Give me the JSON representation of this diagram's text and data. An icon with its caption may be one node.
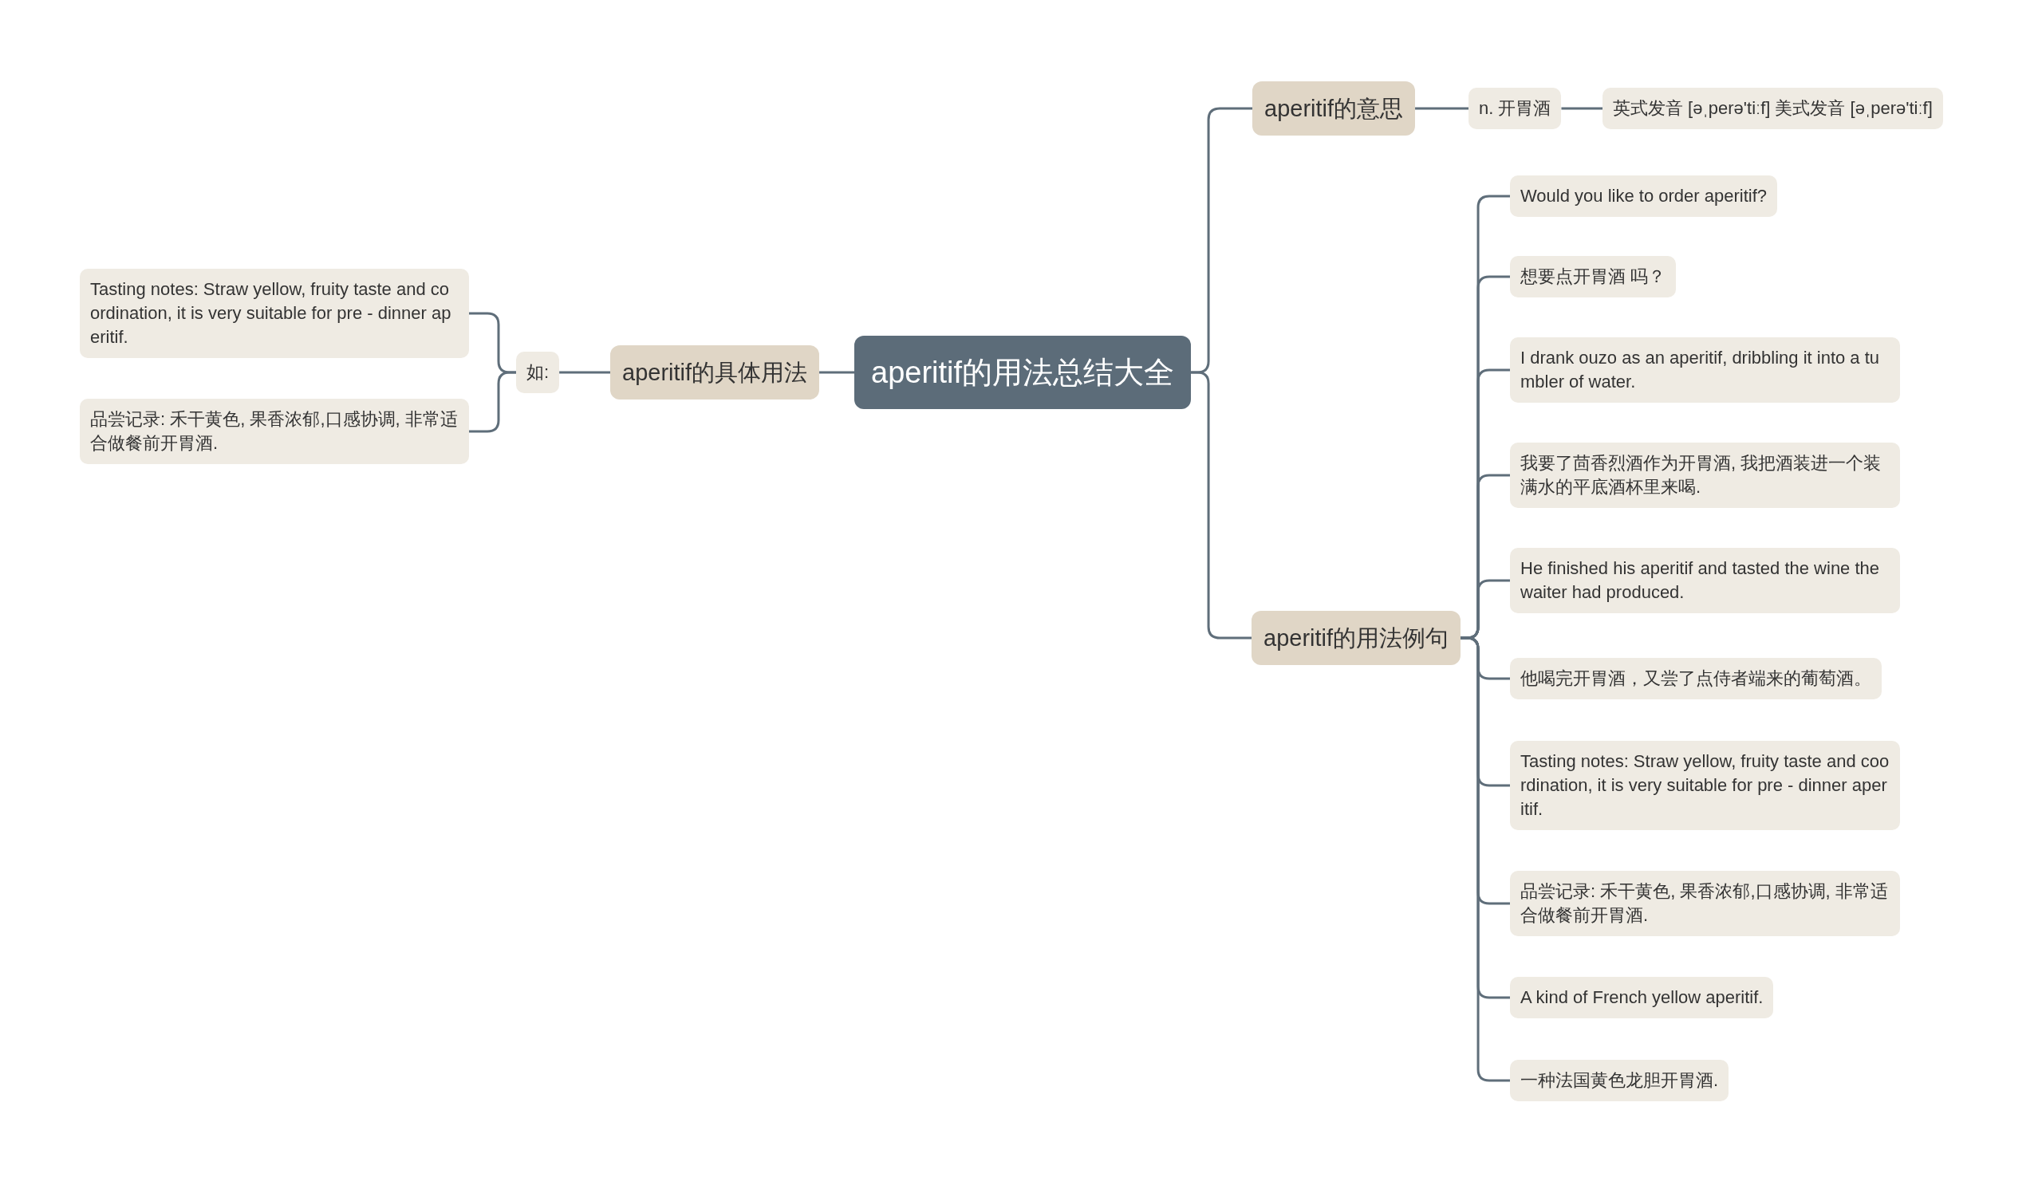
{
  "diagram": {
    "nodes": [
      {
        "text": [
          "aperitif的用法总结大全"
        ]
      },
      {
        "text": [
          "aperitif的意思"
        ]
      },
      {
        "text": [
          "n. 开胃酒"
        ]
      },
      {
        "text": [
          "英式发音 [əˌperə'tiːf] 美式发音 [əˌperə'tiːf]"
        ]
      },
      {
        "text": [
          "aperitif的用法例句"
        ]
      },
      {
        "text": [
          "Would you like to order aperitif?"
        ]
      },
      {
        "text": [
          "想要点开胃酒 吗？"
        ]
      },
      {
        "text": [
          "I drank ouzo as an aperitif, dribbling it into a tumbler of water."
        ]
      },
      {
        "text": [
          "我要了茴香烈酒作为开胃酒, 我把酒装进一个装满水的平底酒杯里来喝."
        ]
      },
      {
        "text": [
          "He finished his aperitif and tasted the wine the waiter had produced."
        ]
      },
      {
        "text": [
          "他喝完开胃酒，又尝了点侍者端来的葡萄酒。"
        ]
      },
      {
        "text": [
          "Tasting notes: Straw yellow, fruity taste and coordination, it is very suitable for pre - dinner aperitif."
        ]
      },
      {
        "text": [
          "品尝记录: 禾干黄色, 果香浓郁,口感协调, 非常适合做餐前开胃酒."
        ]
      },
      {
        "text": [
          "A kind of French yellow aperitif."
        ]
      },
      {
        "text": [
          "一种法国黄色龙胆开胃酒."
        ]
      },
      {
        "text": [
          "aperitif的具体用法"
        ]
      },
      {
        "text": [
          "如:"
        ]
      },
      {
        "text": [
          "Tasting notes: Straw yellow, fruity taste and coordination, it is very suitable for pre - dinner aperitif."
        ]
      },
      {
        "text": [
          "品尝记录: 禾干黄色, 果香浓郁,口感协调, 非常适合做餐前开胃酒."
        ]
      }
    ],
    "edges": [
      {
        "from": 0,
        "to": 1,
        "arrow": "none"
      },
      {
        "from": 1,
        "to": 2,
        "arrow": "none"
      },
      {
        "from": 2,
        "to": 3,
        "arrow": "none"
      },
      {
        "from": 0,
        "to": 4,
        "arrow": "none"
      },
      {
        "from": 4,
        "to": 5,
        "arrow": "none"
      },
      {
        "from": 4,
        "to": 6,
        "arrow": "none"
      },
      {
        "from": 4,
        "to": 7,
        "arrow": "none"
      },
      {
        "from": 4,
        "to": 8,
        "arrow": "none"
      },
      {
        "from": 4,
        "to": 9,
        "arrow": "none"
      },
      {
        "from": 4,
        "to": 10,
        "arrow": "none"
      },
      {
        "from": 4,
        "to": 11,
        "arrow": "none"
      },
      {
        "from": 4,
        "to": 12,
        "arrow": "none"
      },
      {
        "from": 4,
        "to": 13,
        "arrow": "none"
      },
      {
        "from": 4,
        "to": 14,
        "arrow": "none"
      },
      {
        "from": 0,
        "to": 15,
        "arrow": "none"
      },
      {
        "from": 15,
        "to": 16,
        "arrow": "none"
      },
      {
        "from": 16,
        "to": 17,
        "arrow": "none"
      },
      {
        "from": 16,
        "to": 18,
        "arrow": "none"
      }
    ]
  }
}
